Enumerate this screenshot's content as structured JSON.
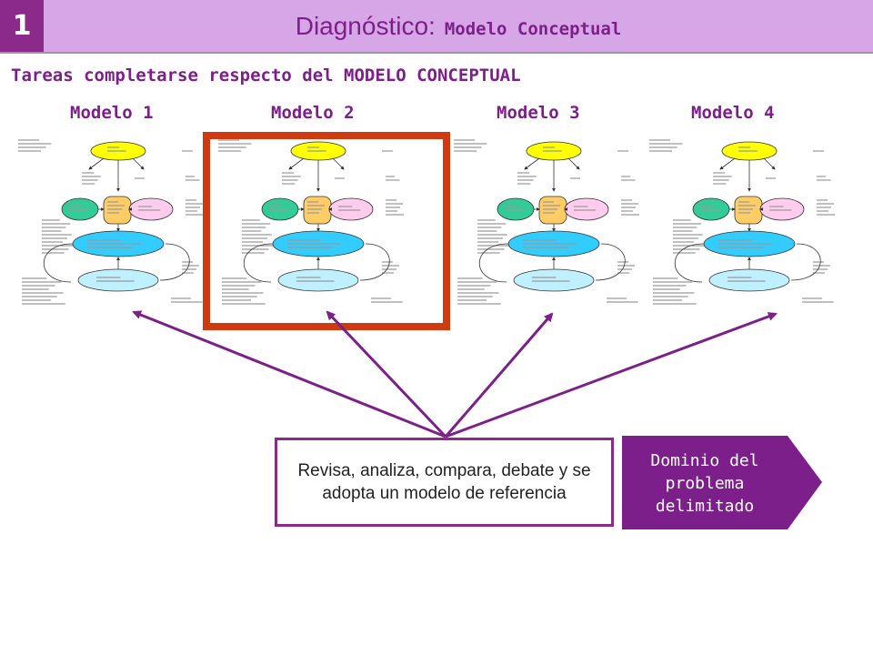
{
  "header": {
    "number": "1",
    "title_main": "Diagnóstico:",
    "title_sub": "Modelo Conceptual"
  },
  "subtitle": "Tareas completarse respecto del MODELO CONCEPTUAL",
  "models": [
    {
      "label": "Modelo 1",
      "selected": false
    },
    {
      "label": "Modelo 2",
      "selected": true
    },
    {
      "label": "Modelo 3",
      "selected": false
    },
    {
      "label": "Modelo 4",
      "selected": false
    }
  ],
  "review_box": {
    "text": "Revisa, analiza, compara, debate y se adopta un modelo de referencia"
  },
  "callout": {
    "line1": "Dominio del",
    "line2": "problema",
    "line3": "delimitado"
  },
  "colors": {
    "purple": "#7d1f8a",
    "header_bg": "#d6a6e6",
    "selected_frame": "#d03a0f",
    "arrow": "#7d1f8a"
  }
}
